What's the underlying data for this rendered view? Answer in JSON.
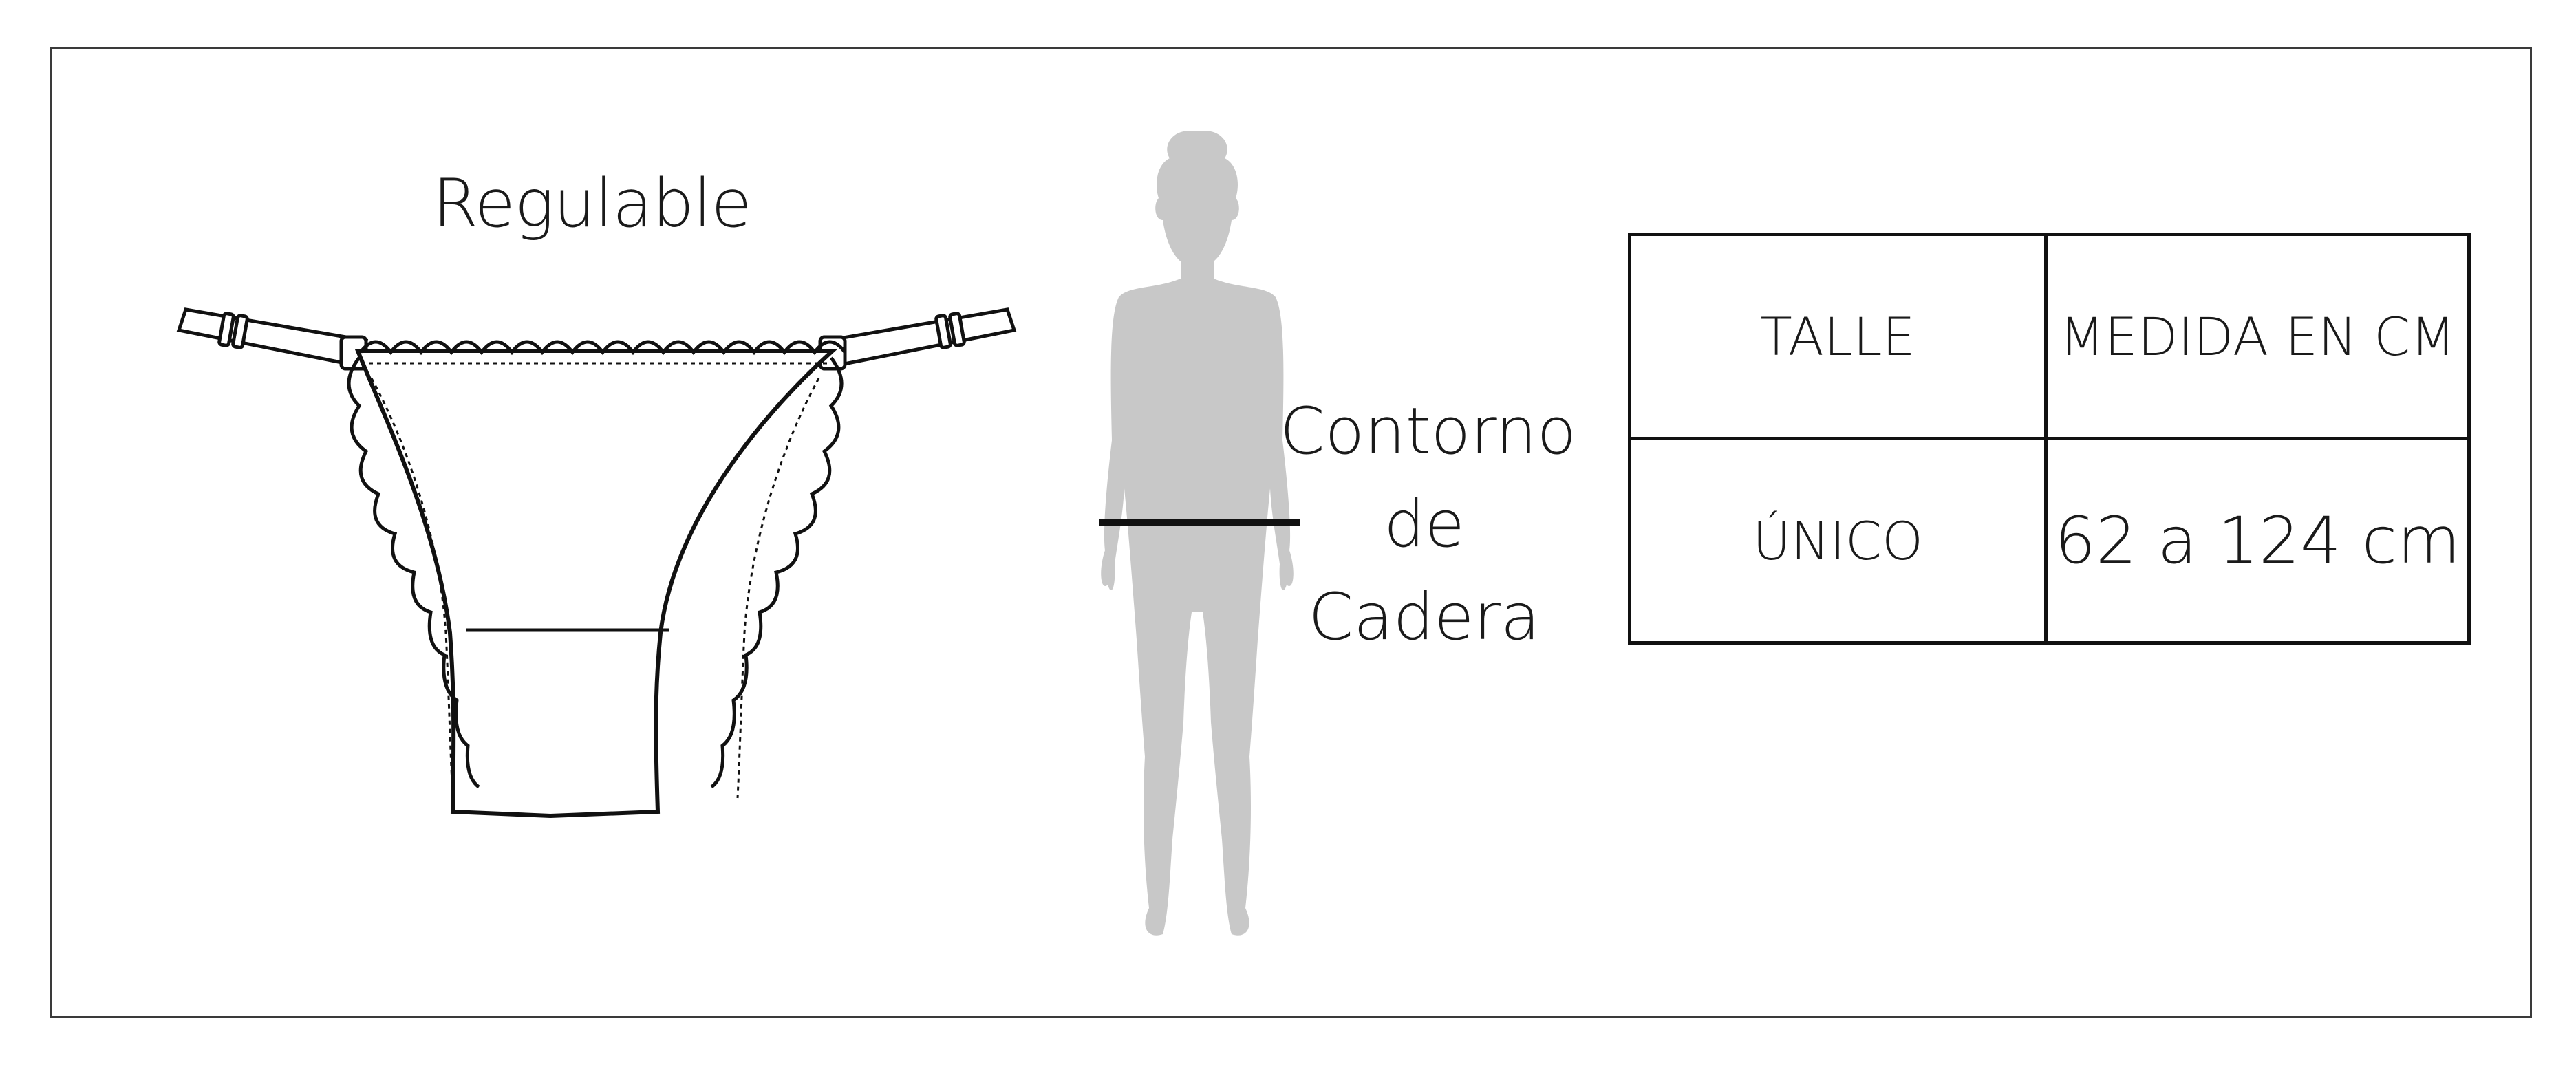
{
  "garment": {
    "title": "Regulable",
    "outline_color": "#111111"
  },
  "silhouette": {
    "label_lines": [
      "Contorno",
      "de",
      "Cadera"
    ],
    "fill_color": "#c8c8c8",
    "measure_line_color": "#111111"
  },
  "size_table": {
    "headers": [
      "TALLE",
      "MEDIDA EN CM"
    ],
    "rows": [
      {
        "size": "ÚNICO",
        "measure": "62 a 124 cm"
      }
    ]
  }
}
